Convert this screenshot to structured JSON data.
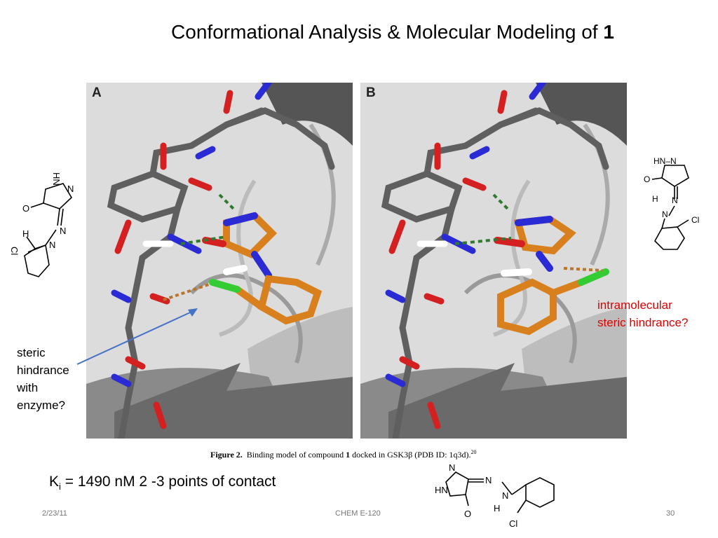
{
  "slide": {
    "title_main": "Conformational Analysis & Molecular Modeling of ",
    "title_bold": "1",
    "panel_a_label": "A",
    "panel_b_label": "B",
    "left_note": [
      "steric",
      "hindrance",
      "with",
      "enzyme?"
    ],
    "right_note": [
      "intramolecular",
      "steric hindrance?"
    ],
    "caption_prefix": "Figure 2.",
    "caption_text": "Binding model of compound ",
    "caption_bold": "1",
    "caption_rest": " docked in GSK3β (PDB ID: 1q3d).",
    "caption_ref": "20",
    "ki_k": "K",
    "ki_sub": "i",
    "ki_text": " = 1490 nM  2 -3 points of contact"
  },
  "structure_labels": {
    "hn": "HN",
    "hn_dash_n": "HN–N",
    "n": "N",
    "o": "O",
    "h": "H",
    "cl": "Cl",
    "hn_rot": "HN",
    "n_rot": "N"
  },
  "footer": {
    "date": "2/23/11",
    "course": "CHEM E-120",
    "page": "30"
  },
  "colors": {
    "carbon": "#5f5f5f",
    "nitrogen": "#2b2bd6",
    "oxygen": "#d42020",
    "chlorine": "#33cc33",
    "ligand": "#d9801e",
    "hbond": "#2f7a2f",
    "red_text": "#e00000"
  }
}
